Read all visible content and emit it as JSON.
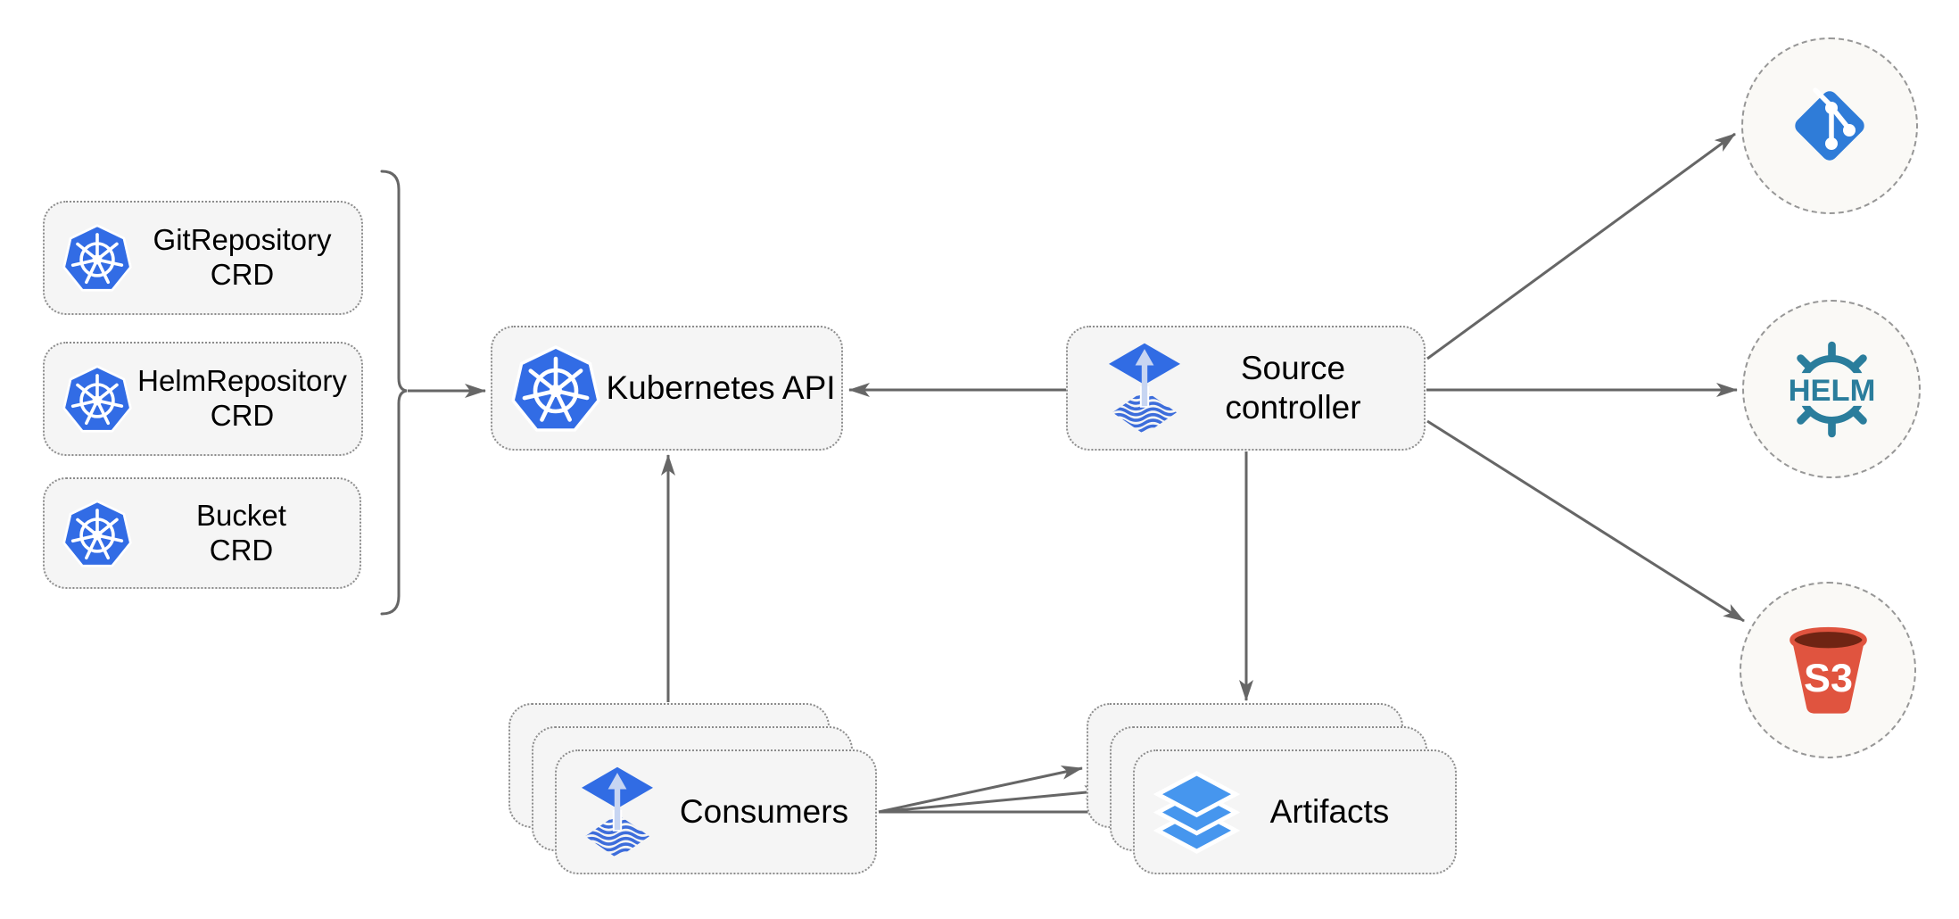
{
  "nodes": {
    "crd_boxes": [
      {
        "id": "gitrepository-crd",
        "line1": "GitRepository",
        "line2": "CRD",
        "icon": "kubernetes-icon"
      },
      {
        "id": "helmrepository-crd",
        "line1": "HelmRepository",
        "line2": "CRD",
        "icon": "kubernetes-icon"
      },
      {
        "id": "bucket-crd",
        "line1": "Bucket",
        "line2": "CRD",
        "icon": "kubernetes-icon"
      }
    ],
    "kubernetes_api": {
      "label": "Kubernetes API",
      "icon": "kubernetes-icon"
    },
    "source_controller": {
      "line1": "Source",
      "line2": "controller",
      "icon": "flux-icon"
    },
    "consumers": {
      "label": "Consumers",
      "icon": "flux-icon",
      "stacked": 3
    },
    "artifacts": {
      "label": "Artifacts",
      "icon": "layers-icon",
      "stacked": 3
    },
    "external_sources": {
      "git": {
        "icon": "git-icon"
      },
      "helm": {
        "icon": "helm-icon",
        "label": "HELM"
      },
      "s3": {
        "icon": "s3-icon",
        "label": "S3"
      }
    }
  },
  "edges": [
    {
      "from": "crd-boxes-bracket",
      "to": "kubernetes-api"
    },
    {
      "from": "source-controller",
      "to": "kubernetes-api"
    },
    {
      "from": "consumers",
      "to": "kubernetes-api"
    },
    {
      "from": "source-controller",
      "to": "artifacts"
    },
    {
      "from": "source-controller",
      "to": "git"
    },
    {
      "from": "source-controller",
      "to": "helm"
    },
    {
      "from": "source-controller",
      "to": "s3"
    },
    {
      "from": "consumers",
      "to": "artifacts"
    },
    {
      "from": "consumers",
      "to": "artifacts"
    },
    {
      "from": "consumers",
      "to": "artifacts"
    }
  ],
  "colors": {
    "arrow_gray": "#666666",
    "box_fill": "#f5f5f5",
    "box_border_dotted": "#8c8c8c",
    "circle_fill": "#faf9f6",
    "circle_border_dashed": "#979797",
    "kubernetes_blue": "#326ce5",
    "flux_blue": "#316ce4",
    "flux_wave_blue": "#3d6ddb",
    "flux_arrow_light": "#c7d5f2",
    "layers_blue": "#4696ee",
    "git_blue": "#2f7cd8",
    "helm_teal": "#2a7d9c",
    "s3_red": "#e0543f",
    "s3_dark_red": "#6f2413",
    "text_black": "#000000"
  }
}
